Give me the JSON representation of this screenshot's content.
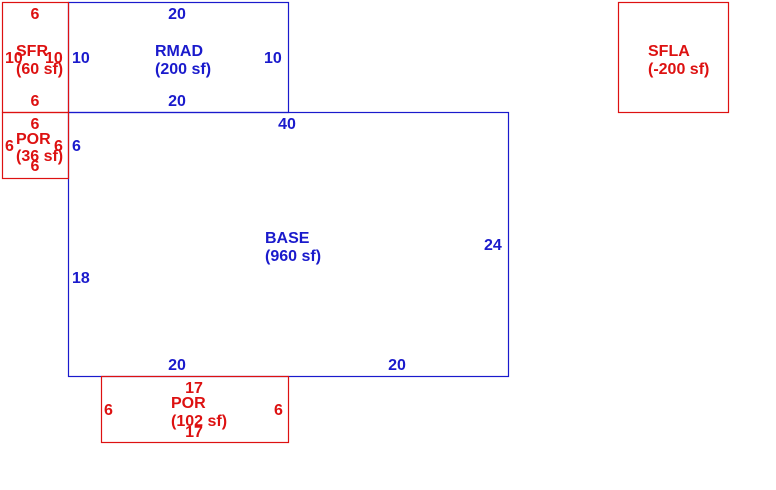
{
  "colors": {
    "living": "#1a1acc",
    "other": "#dd1111",
    "background": "#ffffff"
  },
  "areas": [
    {
      "id": "rmad",
      "kind": "living",
      "name": "RMAD",
      "area": "(200 sf)",
      "dims": {
        "top": "20",
        "bottom": "20",
        "left": "10",
        "right": "10"
      }
    },
    {
      "id": "base",
      "kind": "living",
      "name": "BASE",
      "area": "(960 sf)",
      "dims": {
        "top": "40",
        "right": "24",
        "left_upper": "6",
        "left_lower": "18",
        "bottom_left": "20",
        "bottom_right": "20"
      }
    },
    {
      "id": "sfr",
      "kind": "other",
      "name": "SFR",
      "area": "(60 sf)",
      "dims": {
        "top": "6",
        "bottom": "6",
        "left": "10",
        "right": "10"
      }
    },
    {
      "id": "por_small",
      "kind": "other",
      "name": "POR",
      "area": "(36 sf)",
      "dims": {
        "top": "6",
        "bottom": "6",
        "left": "6",
        "right": "6"
      }
    },
    {
      "id": "por_large",
      "kind": "other",
      "name": "POR",
      "area": "(102 sf)",
      "dims": {
        "top": "17",
        "bottom": "17",
        "left": "6",
        "right": "6"
      }
    },
    {
      "id": "sfla",
      "kind": "other",
      "name": "SFLA",
      "area": "(-200 sf)",
      "dims": {}
    }
  ]
}
